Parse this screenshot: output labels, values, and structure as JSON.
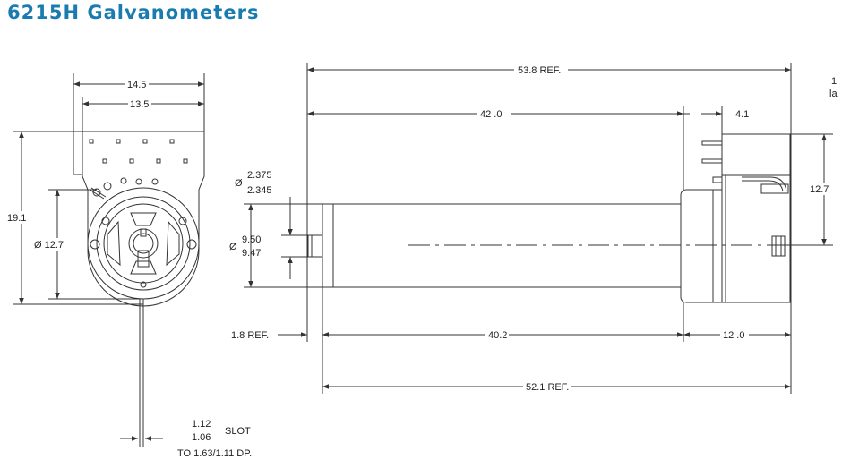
{
  "title": "6215H Galvanometers",
  "colors": {
    "title": "#1a7bb0",
    "line": "#333333"
  },
  "dimensions": {
    "front_width_outer": "14.5",
    "front_width_inner": "13.5",
    "front_height": "19.1",
    "front_diameter": "Ø  12.7",
    "slot_upper": "1.12",
    "slot_lower": "1.06",
    "slot_label": "SLOT",
    "slot_depth": "TO 1.63/1.11 DP.",
    "overall_length": "53.8    REF.",
    "body_length": "42  .0",
    "connector_depth": "4.1",
    "top_right_note_1": "1",
    "top_right_note_2": "la",
    "flange_diameter_symbol": "Ø",
    "flange_diameter_upper": "2.375",
    "flange_diameter_lower": "2.345",
    "shaft_diameter_symbol": "Ø",
    "shaft_diameter_upper": "9.50",
    "shaft_diameter_lower": "9.47",
    "connector_height": "12.7",
    "shaft_ext": "1.8     REF.",
    "barrel_length": "40.2",
    "rear_length": "12  .0",
    "total_ref": "52.1     REF."
  }
}
